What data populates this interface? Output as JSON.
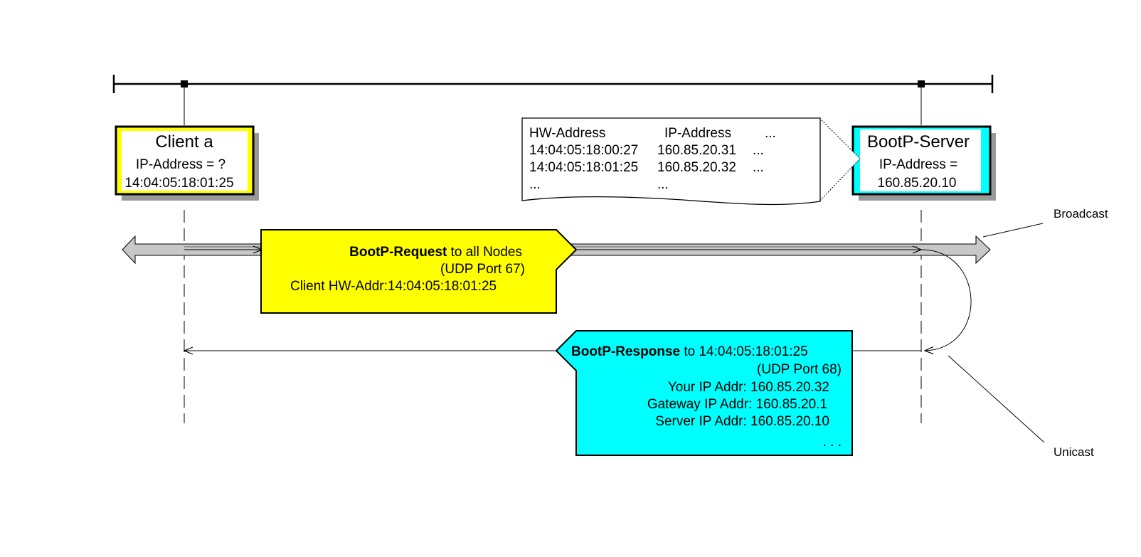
{
  "client": {
    "name": "Client a",
    "ip_line": "IP-Address = ?",
    "hw_addr": "14:04:05:18:01:25",
    "fill_color": "#ffff00"
  },
  "server": {
    "name": "BootP-Server",
    "ip_line": "IP-Address =",
    "ip_value": "160.85.20.10",
    "fill_color": "#00ffff"
  },
  "table": {
    "headers": [
      "HW-Address",
      "IP-Address",
      "..."
    ],
    "rows": [
      [
        "14:04:05:18:00:27",
        "160.85.20.31",
        "..."
      ],
      [
        "14:04:05:18:01:25",
        "160.85.20.32",
        "..."
      ],
      [
        "...",
        "...",
        ""
      ]
    ]
  },
  "request": {
    "title": "BootP-Request",
    "title_rest": " to all Nodes",
    "port": "(UDP Port 67)",
    "hw_line": "Client HW-Addr:14:04:05:18:01:25"
  },
  "response": {
    "title": "BootP-Response",
    "title_rest": " to 14:04:05:18:01:25",
    "port": "(UDP Port 68)",
    "your_ip": "Your IP Addr: 160.85.20.32",
    "gateway_ip": "Gateway IP Addr:   160.85.20.1",
    "server_ip": "Server IP Addr: 160.85.20.10",
    "more": ". . ."
  },
  "labels": {
    "broadcast": "Broadcast",
    "unicast": "Unicast"
  }
}
